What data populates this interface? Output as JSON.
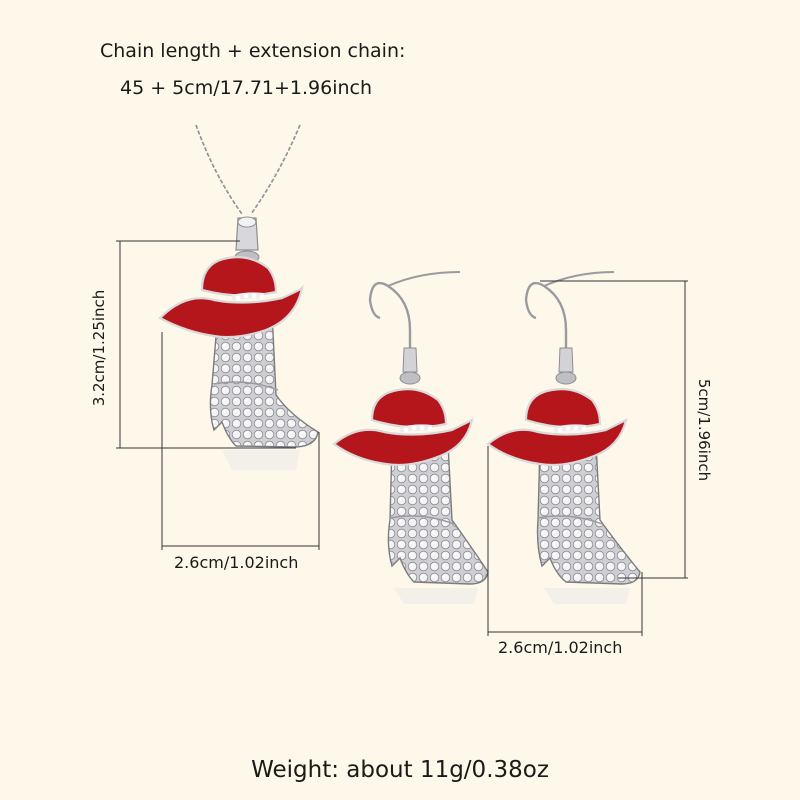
{
  "chain_length": {
    "title": "Chain length + extension chain:",
    "value": "45 + 5cm/17.71+1.96inch"
  },
  "pendant": {
    "height_label": "3.2cm/1.25inch",
    "width_label": "2.6cm/1.02inch"
  },
  "earring": {
    "height_label": "5cm/1.96inch",
    "width_label": "2.6cm/1.02inch"
  },
  "weight": "Weight: about 11g/0.38oz",
  "colors": {
    "background": "#fdf8ea",
    "hat_red": "#b5161b",
    "silver": "#c9c9cc",
    "crystal": "#eeeef0"
  }
}
